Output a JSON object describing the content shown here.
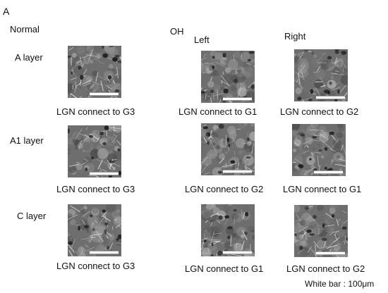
{
  "figure": {
    "panel_letter": "A",
    "group_normal": "Normal",
    "group_oh": "OH",
    "col_left": "Left",
    "col_right": "Right",
    "rows": [
      {
        "label": "A layer",
        "captions": [
          "LGN connect to G3",
          "LGN connect to G1",
          "LGN connect to G2"
        ]
      },
      {
        "label": "A1 layer",
        "captions": [
          "LGN connect to G3",
          "LGN connect to G2",
          "LGN connect to G1"
        ]
      },
      {
        "label": "C layer",
        "captions": [
          "LGN connect to G3",
          "LGN connect to G1",
          "LGN connect to G2"
        ]
      }
    ],
    "scale_note": "White bar : 100μm"
  }
}
